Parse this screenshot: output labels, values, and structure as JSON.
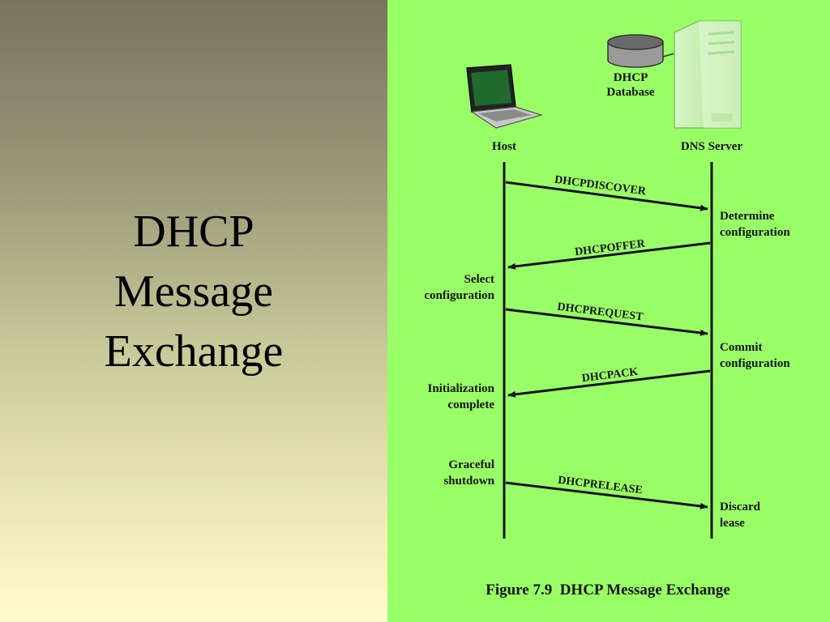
{
  "slide": {
    "title_lines": [
      "DHCP",
      "Message",
      "Exchange"
    ]
  },
  "colors": {
    "left_gradient_top": "#77745d",
    "left_gradient_bottom": "#fffdcc",
    "diagram_background": "#99ff66"
  },
  "diagram": {
    "database_label": [
      "DHCP",
      "Database"
    ],
    "host_label": "Host",
    "server_label": "DNS Server",
    "icons": [
      "laptop-icon",
      "database-icon",
      "server-icon"
    ],
    "messages": [
      {
        "name": "DHCPDISCOVER",
        "direction": "host-to-server"
      },
      {
        "name": "DHCPOFFER",
        "direction": "server-to-host"
      },
      {
        "name": "DHCPREQUEST",
        "direction": "host-to-server"
      },
      {
        "name": "DHCPACK",
        "direction": "server-to-host"
      },
      {
        "name": "DHCPRELEASE",
        "direction": "host-to-server"
      }
    ],
    "host_notes": [
      [
        "Select",
        "configuration"
      ],
      [
        "Initialization",
        "complete"
      ],
      [
        "Graceful",
        "shutdown"
      ]
    ],
    "server_notes": [
      [
        "Determine",
        "configuration"
      ],
      [
        "Commit",
        "configuration"
      ],
      [
        "Discard",
        "lease"
      ]
    ],
    "caption": "Figure 7.9  DHCP Message Exchange"
  }
}
